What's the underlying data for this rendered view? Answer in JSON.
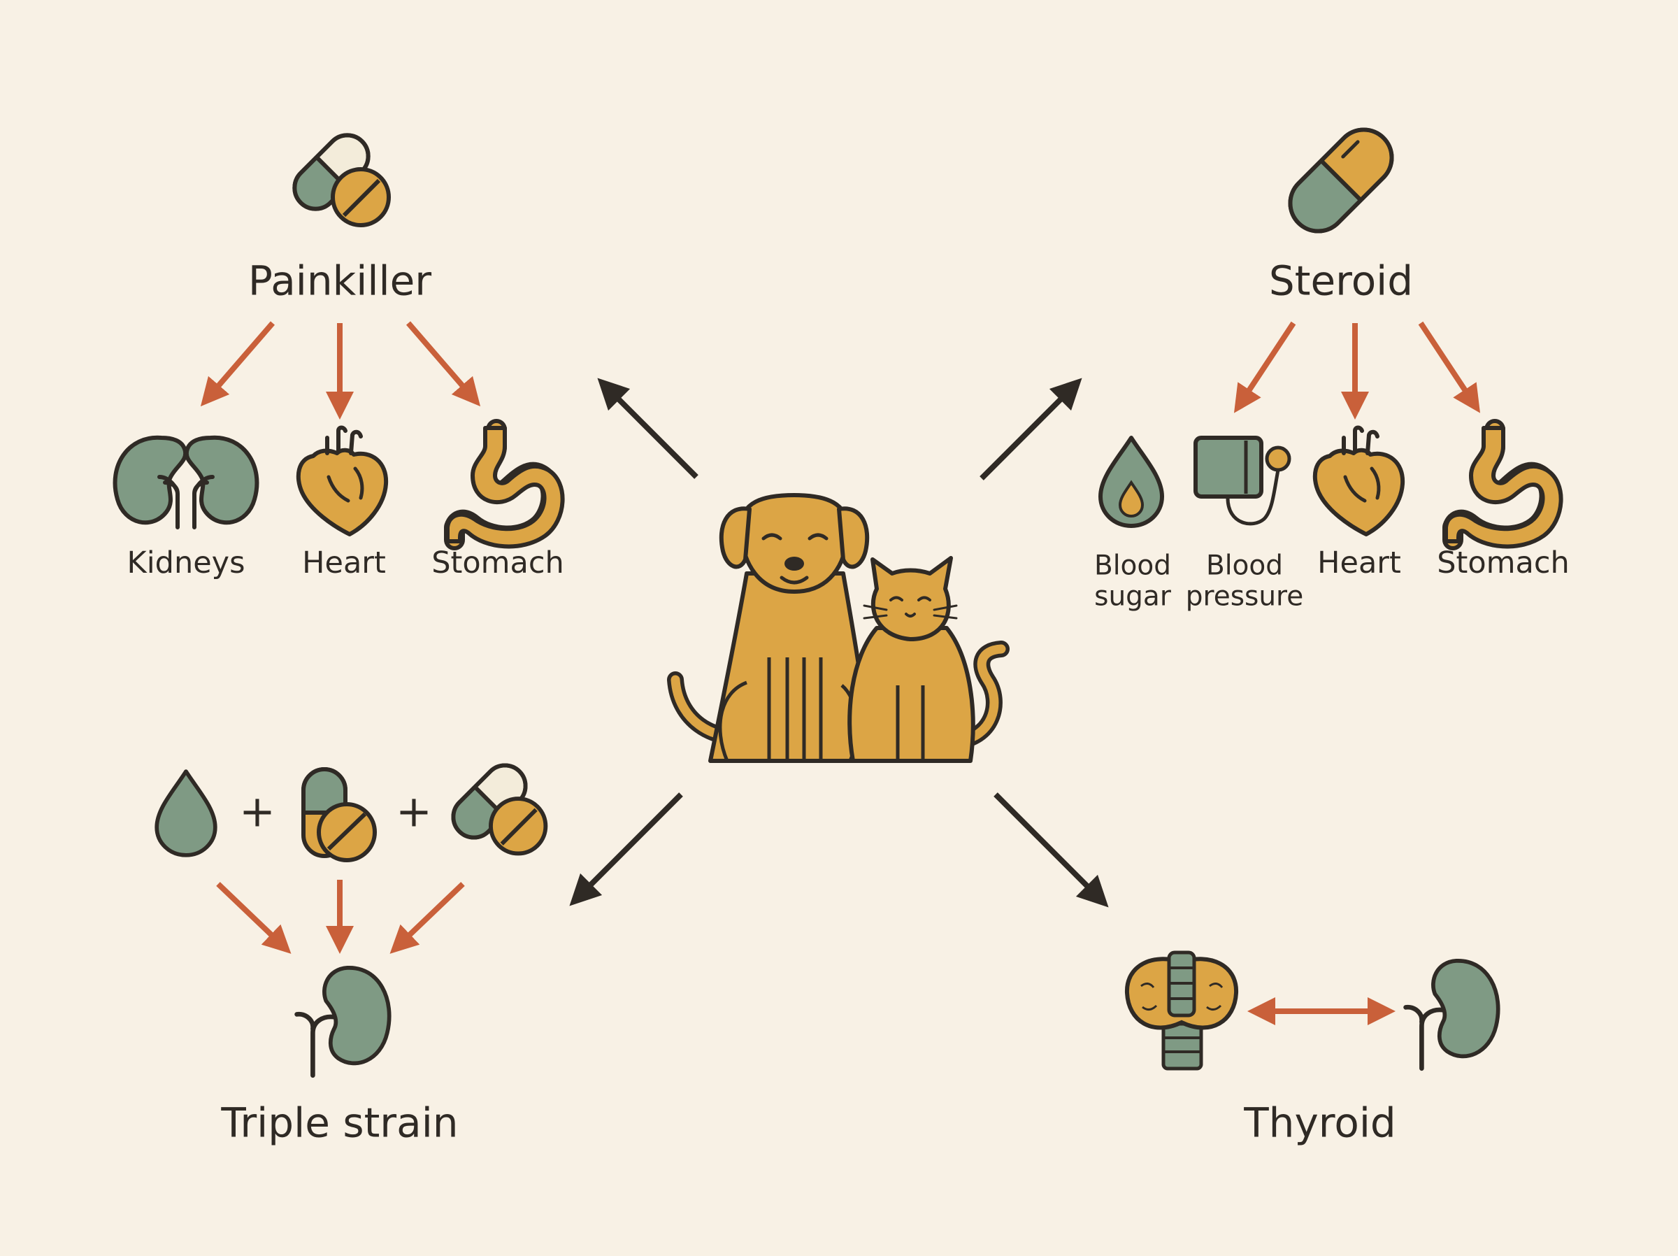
{
  "center": {
    "icon": "dog-and-cat-icon"
  },
  "painkiller": {
    "title": "Painkiller",
    "icon": "pill-and-tablet-icon",
    "effects": [
      "Kidneys",
      "Heart",
      "Stomach"
    ]
  },
  "steroid": {
    "title": "Steroid",
    "icon": "capsule-icon",
    "effects": {
      "blood_sugar": [
        "Blood",
        "sugar"
      ],
      "blood_pressure": [
        "Blood",
        "pressure"
      ],
      "heart": "Heart",
      "stomach": "Stomach"
    }
  },
  "triple_strain": {
    "title": "Triple strain",
    "plus": "+",
    "inputs": [
      "drop-icon",
      "capsule-tablet-icon",
      "pill-and-tablet-icon"
    ],
    "target": "kidney-icon"
  },
  "thyroid": {
    "title": "Thyroid",
    "left": "thyroid-gland-icon",
    "right": "kidney-icon"
  },
  "colors": {
    "background": "#f8f1e5",
    "outline": "#2f2a25",
    "sage": "#7f9a84",
    "mustard": "#dca545",
    "cream": "#f3ecda",
    "rust": "#c9603a"
  }
}
